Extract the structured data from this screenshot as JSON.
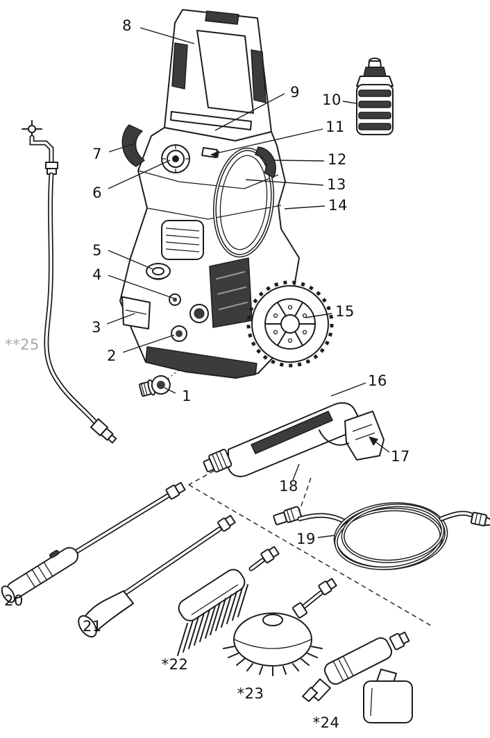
{
  "diagram": {
    "colors": {
      "line": "#1c1c1c",
      "fill_dark": "#3c3c3c",
      "label": "#111111",
      "label_muted": "#a8a8a8",
      "background": "#ffffff"
    },
    "callouts": [
      {
        "label": "8"
      },
      {
        "label": "9"
      },
      {
        "label": "10"
      },
      {
        "label": "7"
      },
      {
        "label": "11"
      },
      {
        "label": "12"
      },
      {
        "label": "13"
      },
      {
        "label": "6"
      },
      {
        "label": "14"
      },
      {
        "label": "5"
      },
      {
        "label": "4"
      },
      {
        "label": "3"
      },
      {
        "label": "15"
      },
      {
        "label": "2"
      },
      {
        "label": "**25"
      },
      {
        "label": "1"
      },
      {
        "label": "16"
      },
      {
        "label": "17"
      },
      {
        "label": "18"
      },
      {
        "label": "19"
      },
      {
        "label": "20"
      },
      {
        "label": "21"
      },
      {
        "label": "*22"
      },
      {
        "label": "*23"
      },
      {
        "label": "*24"
      }
    ]
  }
}
